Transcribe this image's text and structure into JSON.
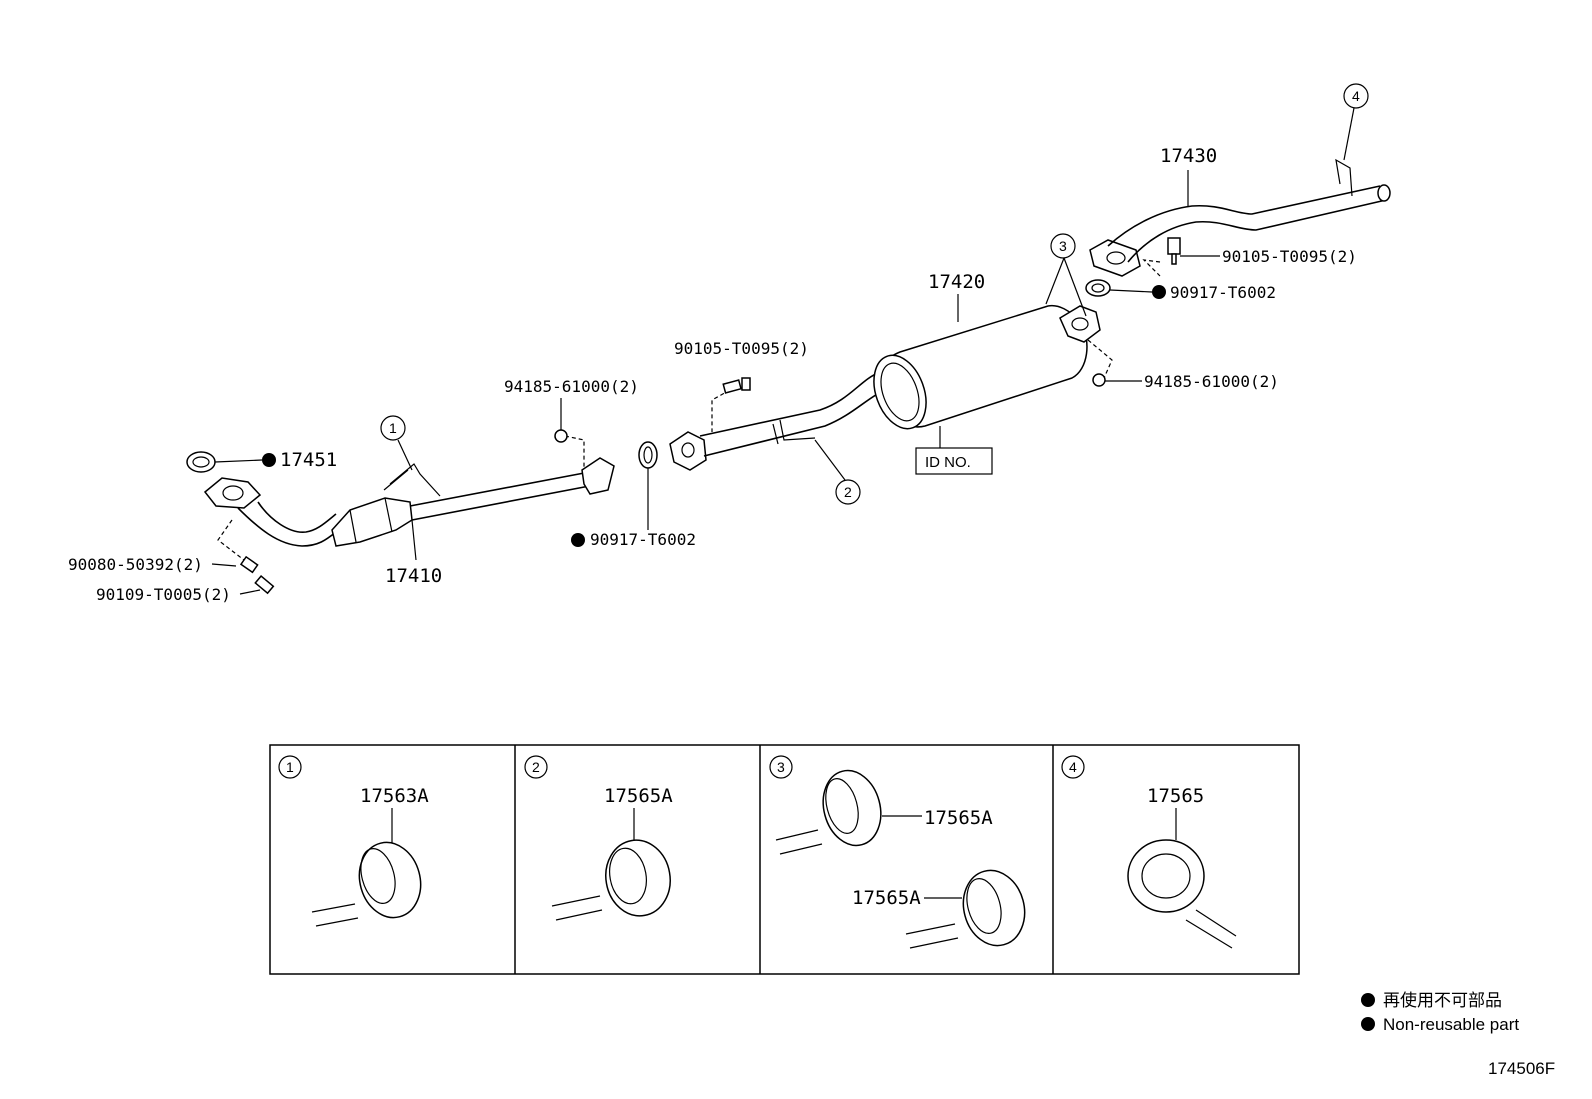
{
  "labels": {
    "p17451": "17451",
    "p17410": "17410",
    "p90080": "90080-50392(2)",
    "p90109": "90109-T0005(2)",
    "p94185_left": "94185-61000(2)",
    "p90917_left": "90917-T6002",
    "p90105_left": "90105-T0095(2)",
    "p17420": "17420",
    "id_no": "ID NO.",
    "p17430": "17430",
    "p90105_right": "90105-T0095(2)",
    "p90917_right": "90917-T6002",
    "p94185_right": "94185-61000(2)"
  },
  "callouts": [
    "1",
    "2",
    "3",
    "4"
  ],
  "detail_panels": [
    {
      "callout": "1",
      "part": "17563A"
    },
    {
      "callout": "2",
      "part": "17565A"
    },
    {
      "callout": "3",
      "part_top": "17565A",
      "part_bottom": "17565A"
    },
    {
      "callout": "4",
      "part": "17565"
    }
  ],
  "legend": {
    "japanese": "再使用不可部品",
    "english": "Non-reusable part"
  },
  "diagram_code": "174506F"
}
